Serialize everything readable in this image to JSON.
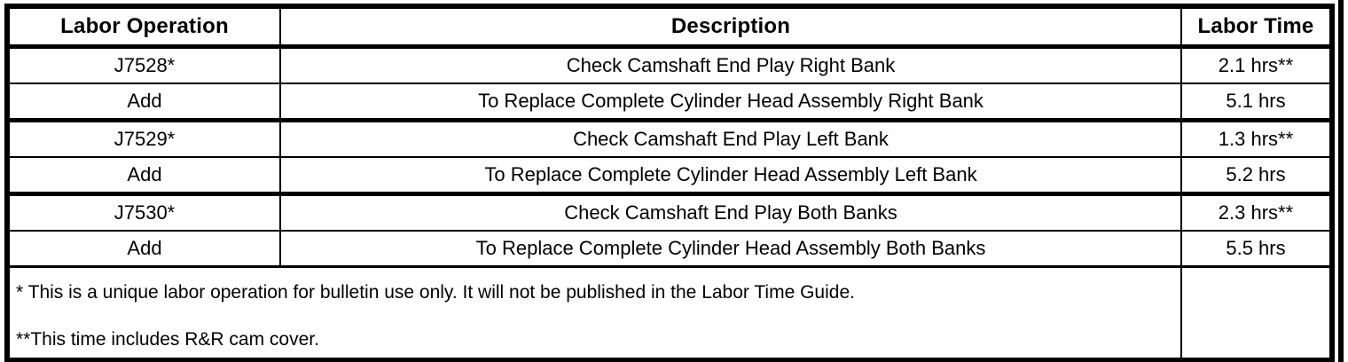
{
  "table": {
    "headers": [
      "Labor Operation",
      "Description",
      "Labor Time"
    ],
    "rows": [
      {
        "labor_operation": "J7528*",
        "description": "Check Camshaft End Play Right Bank",
        "labor_time": "2.1 hrs**"
      },
      {
        "labor_operation": "Add",
        "description": "To Replace Complete Cylinder Head Assembly Right Bank",
        "labor_time": "5.1 hrs"
      },
      {
        "labor_operation": "J7529*",
        "description": "Check Camshaft End Play Left Bank",
        "labor_time": "1.3 hrs**"
      },
      {
        "labor_operation": "Add",
        "description": "To Replace Complete Cylinder Head Assembly Left Bank",
        "labor_time": "5.2 hrs"
      },
      {
        "labor_operation": "J7530*",
        "description": "Check Camshaft End Play Both Banks",
        "labor_time": "2.3 hrs**"
      },
      {
        "labor_operation": "Add",
        "description": "To Replace Complete Cylinder Head Assembly Both Banks",
        "labor_time": "5.5 hrs"
      }
    ],
    "footnotes": [
      "* This is a unique labor operation for bulletin use only. It will not be published in the Labor Time Guide.",
      "**This time includes R&R cam cover."
    ]
  },
  "colors": {
    "border": "#000000",
    "background": "#ffffff",
    "text": "#000000"
  }
}
